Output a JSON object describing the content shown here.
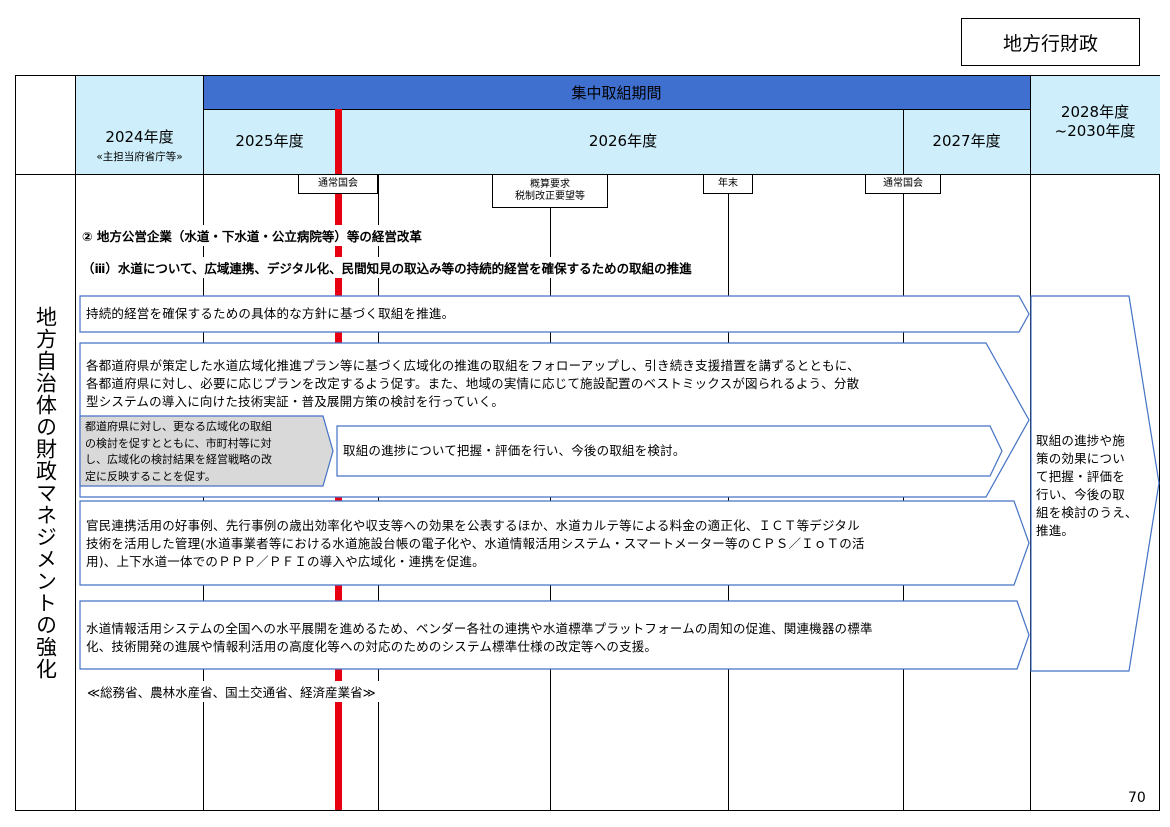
{
  "corner_label": "地方行財政",
  "page_number": "70",
  "side_title": "地方自治体の財政マネジメントの強化",
  "header": {
    "intensive_period": "集中取組期間",
    "fy2024": "2024年度",
    "fy2024_sub": "«主担当府省庁等»",
    "fy2025": "2025年度",
    "fy2026": "2026年度",
    "fy2027": "2027年度",
    "fy2028_line1": "2028年度",
    "fy2028_line2": "~2030年度"
  },
  "milestones": {
    "regular_diet_1": "通常国会",
    "budget_request_line1": "概算要求",
    "budget_request_line2": "税制改正要望等",
    "year_end": "年末",
    "regular_diet_2": "通常国会"
  },
  "section_heading": "② 地方公営企業（水道・下水道・公立病院等）等の経営改革",
  "sub_heading": "（ⅲ）水道について、広域連携、デジタル化、民間知見の取込み等の持続的経営を確保するための取組の推進",
  "arrows": {
    "a1": "持続的経営を確保するための具体的な方針に基づく取組を推進。",
    "a2_line1": "各都道府県が策定した水道広域化推進プラン等に基づく広域化の推進の取組をフォローアップし、引き続き支援措置を講ずるとともに、",
    "a2_line2": "各都道府県に対し、必要に応じプランを改定するよう促す。また、地域の実情に応じて施設配置のベストミックスが図られるよう、分散",
    "a2_line3": "型システムの導入に向けた技術実証・普及展開方策の検討を行っていく。",
    "gray_line1": "都道府県に対し、更なる広域化の取組",
    "gray_line2": "の検討を促すとともに、市町村等に対",
    "gray_line3": "し、広域化の検討結果を経営戦略の改",
    "gray_line4": "定に反映することを促す。",
    "a3": "取組の進捗について把握・評価を行い、今後の取組を検討。",
    "a4_line1": "官民連携活用の好事例、先行事例の歳出効率化や収支等への効果を公表するほか、水道カルテ等による料金の適正化、ＩＣＴ等デジタル",
    "a4_line2": "技術を活用した管理(水道事業者等における水道施設台帳の電子化や、水道情報活用システム・スマートメーター等のＣＰＳ／ＩｏＴの活",
    "a4_line3": "用)、上下水道一体でのＰＰＰ／ＰＦＩの導入や広域化・連携を促進。",
    "a5_line1": "水道情報活用システムの全国への水平展開を進めるため、ベンダー各社の連携や水道標準プラットフォームの周知の促進、関連機器の標準",
    "a5_line2": "化、技術開発の進展や情報利活用の高度化等への対応のためのシステム標準仕様の改定等への支援。",
    "right_line1": "取組の進捗や施",
    "right_line2": "策の効果につい",
    "right_line3": "て把握・評価を",
    "right_line4": "行い、今後の取",
    "right_line5": "組を検討のうえ、",
    "right_line6": "推進。"
  },
  "ministries": "≪総務省、農林水産省、国土交通省、経済産業省≫",
  "colors": {
    "header_light_blue": "#cdeefa",
    "header_dark_blue": "#3f6fcf",
    "arrow_border": "#4472c4",
    "gray_box": "#d9d9d9",
    "red_line": "#e60012"
  }
}
